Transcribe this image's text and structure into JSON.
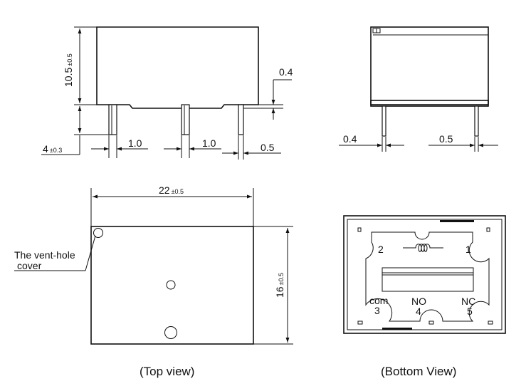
{
  "dimensions": {
    "height_main": "10.5",
    "height_tol": "±0.5",
    "pin_length": "4",
    "pin_length_tol": "±0.3",
    "pin_width_1": "1.0",
    "pin_width_2": "1.0",
    "pin_thickness_top": "0.4",
    "pin_thickness_side": "0.5",
    "side_pin_thickness_left": "0.4",
    "side_pin_thickness_right": "0.5",
    "length_main": "22",
    "length_tol": "±0.5",
    "width_main": "16",
    "width_tol": "±0.5"
  },
  "callouts": {
    "vent_hole_line1": "The vent-hole",
    "vent_hole_line2": "cover"
  },
  "bottom_view": {
    "pin_2": "2",
    "pin_1": "1",
    "pin_com_label": "com",
    "pin_3": "3",
    "pin_no_label": "NO",
    "pin_4": "4",
    "pin_nc_label": "NC",
    "pin_5": "5"
  },
  "captions": {
    "top_view": "(Top view)",
    "bottom_view": "(Bottom View)"
  }
}
